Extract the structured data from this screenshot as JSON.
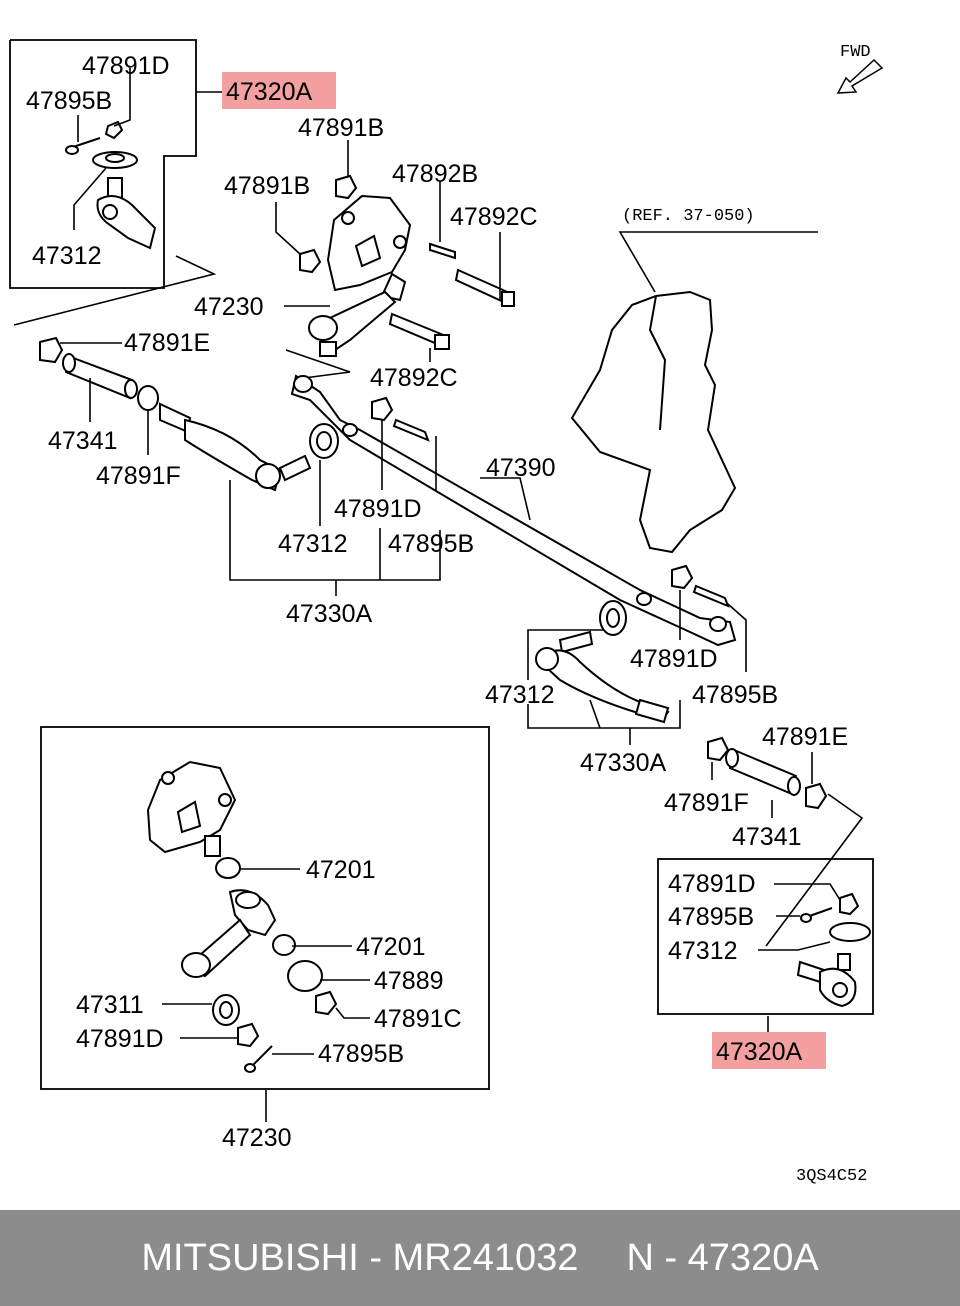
{
  "diagram": {
    "fwd": "FWD",
    "ref": "(REF. 37-050)",
    "code": "3QS4C52",
    "highlight_color": "#f4a0a0",
    "labels": {
      "p47891D_a": "47891D",
      "p47895B_a": "47895B",
      "p47320A_a": "47320A",
      "p47312_a": "47312",
      "p47891B_a": "47891B",
      "p47891B_b": "47891B",
      "p47892B": "47892B",
      "p47892C_a": "47892C",
      "p47230_a": "47230",
      "p47891E_a": "47891E",
      "p47892C_b": "47892C",
      "p47341_a": "47341",
      "p47891F_a": "47891F",
      "p47390": "47390",
      "p47891D_b": "47891D",
      "p47312_b": "47312",
      "p47895B_b": "47895B",
      "p47330A_a": "47330A",
      "p47891D_c": "47891D",
      "p47312_c": "47312",
      "p47895B_c": "47895B",
      "p47330A_b": "47330A",
      "p47891E_b": "47891E",
      "p47891F_b": "47891F",
      "p47341_b": "47341",
      "p47201_a": "47201",
      "p47201_b": "47201",
      "p47889": "47889",
      "p47311": "47311",
      "p47891C": "47891C",
      "p47891D_d": "47891D",
      "p47895B_d": "47895B",
      "p47230_b": "47230",
      "p47891D_e": "47891D",
      "p47895B_e": "47895B",
      "p47312_d": "47312",
      "p47320A_b": "47320A"
    }
  },
  "footer": {
    "brand_part": "MITSUBISHI - MR241032",
    "ref_part": "N - 47320A"
  }
}
